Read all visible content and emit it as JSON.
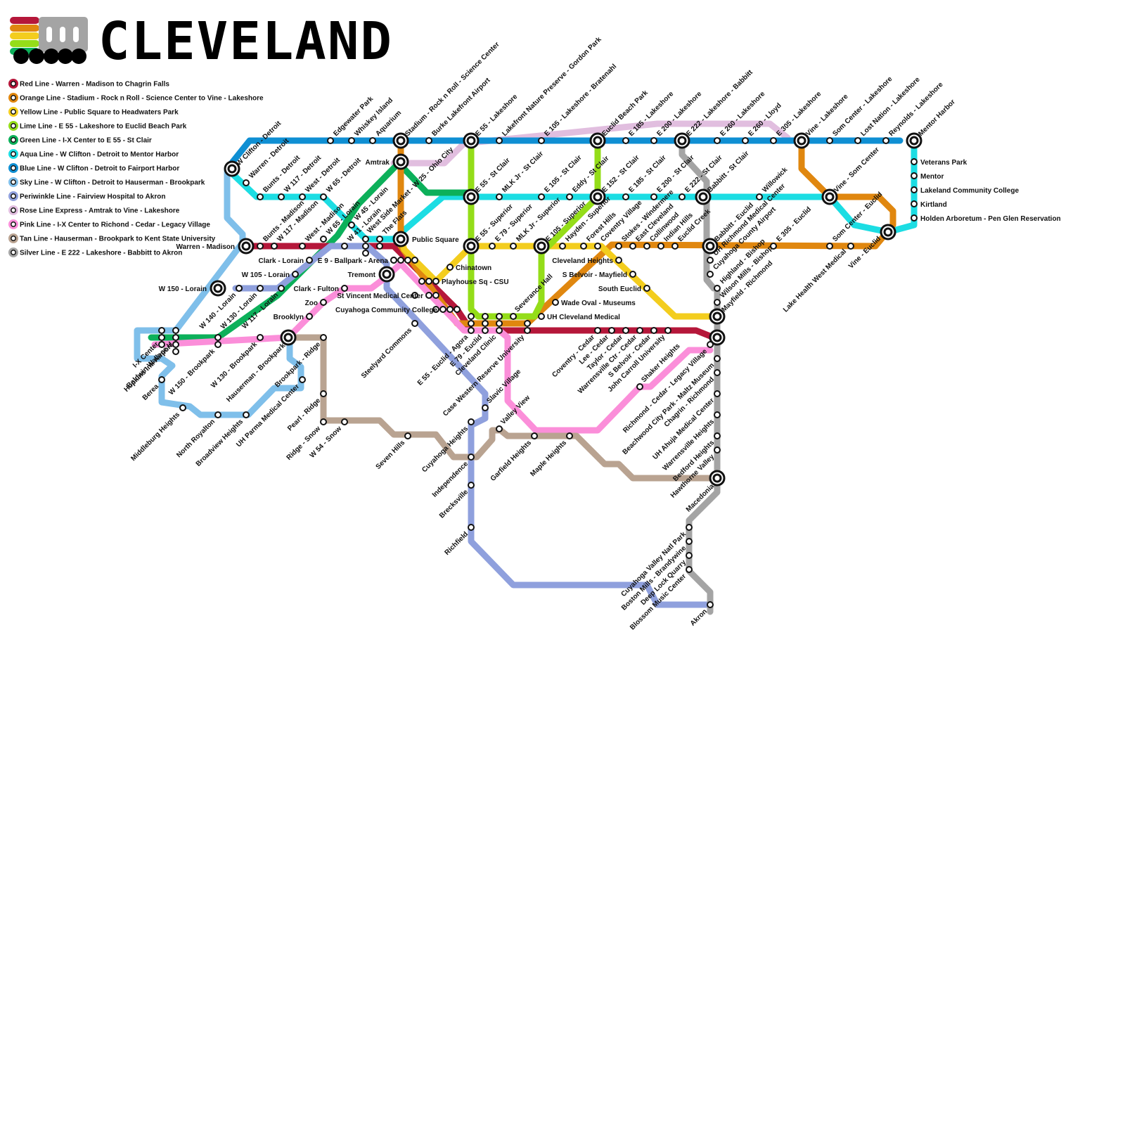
{
  "title": "CLEVELAND",
  "colors": {
    "red": "#b5173a",
    "orange": "#e0870f",
    "yellow": "#f3cd1e",
    "lime": "#94dd19",
    "green": "#0cb05a",
    "aqua": "#1cdde3",
    "blue": "#0f8fd3",
    "sky": "#7fbfea",
    "periwinkle": "#8fa0dd",
    "rose": "#e1bedf",
    "pink": "#fb8ed9",
    "tan": "#b9a391",
    "silver": "#a4a4a4"
  },
  "logo": {
    "icon": "train-rainbow-logo"
  },
  "legend": [
    {
      "color": "red",
      "label": "Red Line - Warren - Madison to Chagrin Falls"
    },
    {
      "color": "orange",
      "label": "Orange Line - Stadium - Rock n Roll - Science Center to Vine - Lakeshore"
    },
    {
      "color": "yellow",
      "label": "Yellow Line - Public Square to Headwaters Park"
    },
    {
      "color": "lime",
      "label": "Lime Line - E 55 - Lakeshore to Euclid Beach Park"
    },
    {
      "color": "green",
      "label": "Green Line - I-X Center to E 55 - St Clair"
    },
    {
      "color": "aqua",
      "label": "Aqua Line - W Clifton - Detroit to Mentor Harbor"
    },
    {
      "color": "blue",
      "label": "Blue Line - W Clifton - Detroit to Fairport Harbor"
    },
    {
      "color": "sky",
      "label": "Sky Line - W Clifton - Detroit to Hauserman - Brookpark"
    },
    {
      "color": "periwinkle",
      "label": "Periwinkle Line - Fairview Hospital to Akron"
    },
    {
      "color": "rose",
      "label": "Rose Line Express - Amtrak to Vine - Lakeshore"
    },
    {
      "color": "pink",
      "label": "Pink Line - I-X Center to Richond - Cedar - Legacy Village"
    },
    {
      "color": "tan",
      "label": "Tan Line - Hauserman - Brookpark to Kent State University"
    },
    {
      "color": "silver",
      "label": "Silver Line - E 222 - Lakeshore - Babbitt to Akron"
    }
  ],
  "stations": [
    {
      "name": "W Clifton - Detroit"
    },
    {
      "name": "Warren - Detroit"
    },
    {
      "name": "Bunts - Detroit"
    },
    {
      "name": "W 117 - Detroit"
    },
    {
      "name": "West - Detroit"
    },
    {
      "name": "W 65 - Detroit"
    },
    {
      "name": "Edgewater Park"
    },
    {
      "name": "Whiskey Island"
    },
    {
      "name": "Aquarium"
    },
    {
      "name": "Stadium - Rock n Roll - Science Center"
    },
    {
      "name": "Burke Lakefront Airport"
    },
    {
      "name": "E 55 - Lakeshore"
    },
    {
      "name": "Lakefront Nature Preserve - Gordon Park"
    },
    {
      "name": "E 105 - Lakeshore - Bratenahl"
    },
    {
      "name": "Euclid Beach Park"
    },
    {
      "name": "E 185 - Lakeshore"
    },
    {
      "name": "E 200 - Lakeshore"
    },
    {
      "name": "E 222 - Lakeshore - Babbitt"
    },
    {
      "name": "E 260 - Lakeshore"
    },
    {
      "name": "E 260 - Lloyd"
    },
    {
      "name": "E 305 - Lakeshore"
    },
    {
      "name": "Vine - Lakeshore"
    },
    {
      "name": "Som Center - Lakeshore"
    },
    {
      "name": "Lost Nation - Lakeshore"
    },
    {
      "name": "Reynolds - Lakeshore"
    },
    {
      "name": "Mentor Harbor"
    },
    {
      "name": "Veterans Park"
    },
    {
      "name": "Mentor"
    },
    {
      "name": "Lakeland Community College"
    },
    {
      "name": "Kirtland"
    },
    {
      "name": "Holden Arboretum - Pen Glen Reservation"
    },
    {
      "name": "Amtrak"
    },
    {
      "name": "West Side Market - W 25 - Ohio City"
    },
    {
      "name": "E 55 - St Clair"
    },
    {
      "name": "MLK Jr - St Clair"
    },
    {
      "name": "E 105 - St Clair"
    },
    {
      "name": "Eddy - St Clair"
    },
    {
      "name": "E 152 - St Clair"
    },
    {
      "name": "E 185 - St Clair"
    },
    {
      "name": "E 200 - St Clair"
    },
    {
      "name": "E 222 - St Clair"
    },
    {
      "name": "Babbitt - St Clair"
    },
    {
      "name": "Willowick"
    },
    {
      "name": "Vine - Som Center"
    },
    {
      "name": "Som Center - Euclid"
    },
    {
      "name": "Vine - Euclid"
    },
    {
      "name": "Lake Health West Medical"
    },
    {
      "name": "Warren - Madison"
    },
    {
      "name": "Bunts - Madison"
    },
    {
      "name": "W 117 - Madison"
    },
    {
      "name": "West - Madison"
    },
    {
      "name": "W 65 - Lorain"
    },
    {
      "name": "W 45 - Lorain"
    },
    {
      "name": "W 41 - Lorain"
    },
    {
      "name": "The Flats"
    },
    {
      "name": "Public Square"
    },
    {
      "name": "E 55 - Superior"
    },
    {
      "name": "E 79 - Superior"
    },
    {
      "name": "MLK Jr - Superior"
    },
    {
      "name": "E 105 - Superior"
    },
    {
      "name": "Hayden - Superior"
    },
    {
      "name": "Forest Hills"
    },
    {
      "name": "Coventry Village"
    },
    {
      "name": "Stokes - Windermere"
    },
    {
      "name": "East Cleveland"
    },
    {
      "name": "Collinwood"
    },
    {
      "name": "Indian Hills"
    },
    {
      "name": "Euclid Creek"
    },
    {
      "name": "Babbitt - Euclid"
    },
    {
      "name": "UH Richmond Medical Center"
    },
    {
      "name": "Cuyahoga County Airport"
    },
    {
      "name": "Highland - Bishop"
    },
    {
      "name": "Wilson Mills - Bishop"
    },
    {
      "name": "Mayfield - Richmond"
    },
    {
      "name": "E 305 - Euclid"
    },
    {
      "name": "Clark - Lorain"
    },
    {
      "name": "W 105 - Lorain"
    },
    {
      "name": "W 150 - Lorain"
    },
    {
      "name": "W 140 - Lorain"
    },
    {
      "name": "W 130 - Lorain"
    },
    {
      "name": "W 117 - Lorain"
    },
    {
      "name": "E 9 - Ballpark - Arena"
    },
    {
      "name": "Tremont"
    },
    {
      "name": "Chinatown"
    },
    {
      "name": "Playhouse Sq - CSU"
    },
    {
      "name": "Clark - Fulton"
    },
    {
      "name": "St Vincent Medical Center"
    },
    {
      "name": "Zoo"
    },
    {
      "name": "Cuyahoga Community College"
    },
    {
      "name": "Brooklyn"
    },
    {
      "name": "Cleveland Heights"
    },
    {
      "name": "S Belvoir - Mayfield"
    },
    {
      "name": "South Euclid"
    },
    {
      "name": "Wade Oval - Museums"
    },
    {
      "name": "UH Cleveland Medical"
    },
    {
      "name": "Severance Hall"
    },
    {
      "name": "I-X Center"
    },
    {
      "name": "Hopkins Intl Airport"
    },
    {
      "name": "Baldwin Wallace U"
    },
    {
      "name": "W 150 - Brookpark"
    },
    {
      "name": "W 130 - Brookpark"
    },
    {
      "name": "Hauserman - Brookpark"
    },
    {
      "name": "Brookpark - Ridge"
    },
    {
      "name": "Steelyard Commons"
    },
    {
      "name": "E 55 - Euclid - Agora"
    },
    {
      "name": "E 79 - Euclid"
    },
    {
      "name": "Cleveland Clinic"
    },
    {
      "name": "Case Western Reserve University"
    },
    {
      "name": "Coventry - Cedar"
    },
    {
      "name": "Lee - Cedar"
    },
    {
      "name": "Taylor - Cedar"
    },
    {
      "name": "Warrensville Ctr - Cedar"
    },
    {
      "name": "S Belvoir - Cedar"
    },
    {
      "name": "John Carroll University"
    },
    {
      "name": "Berea"
    },
    {
      "name": "Middleburg Heights"
    },
    {
      "name": "North Royalton"
    },
    {
      "name": "Broadview Heights"
    },
    {
      "name": "UH Parma Medical Center"
    },
    {
      "name": "Pearl - Ridge"
    },
    {
      "name": "Ridge - Snow"
    },
    {
      "name": "W 54 - Snow"
    },
    {
      "name": "Seven Hills"
    },
    {
      "name": "Cuyahoga Heights"
    },
    {
      "name": "Slavic Village"
    },
    {
      "name": "Valley View"
    },
    {
      "name": "Independence"
    },
    {
      "name": "Garfield Heights"
    },
    {
      "name": "Maple Heights"
    },
    {
      "name": "Shaker Heights"
    },
    {
      "name": "Richmond - Cedar - Legacy Village"
    },
    {
      "name": "Beachwood City Park - Maltz Museum"
    },
    {
      "name": "Chagrin - Richmond"
    },
    {
      "name": "UH Ahuja Medical Center"
    },
    {
      "name": "Warrensville Heights"
    },
    {
      "name": "Bedford Heights"
    },
    {
      "name": "Hawthorne Valley"
    },
    {
      "name": "Macedonia"
    },
    {
      "name": "Brecksville"
    },
    {
      "name": "Richfield"
    },
    {
      "name": "Cuyahoga Valley Natl Park"
    },
    {
      "name": "Boston Mills - Brandywine"
    },
    {
      "name": "Deep Lock Quarry"
    },
    {
      "name": "Blossom Music Center"
    },
    {
      "name": "Akron"
    }
  ]
}
